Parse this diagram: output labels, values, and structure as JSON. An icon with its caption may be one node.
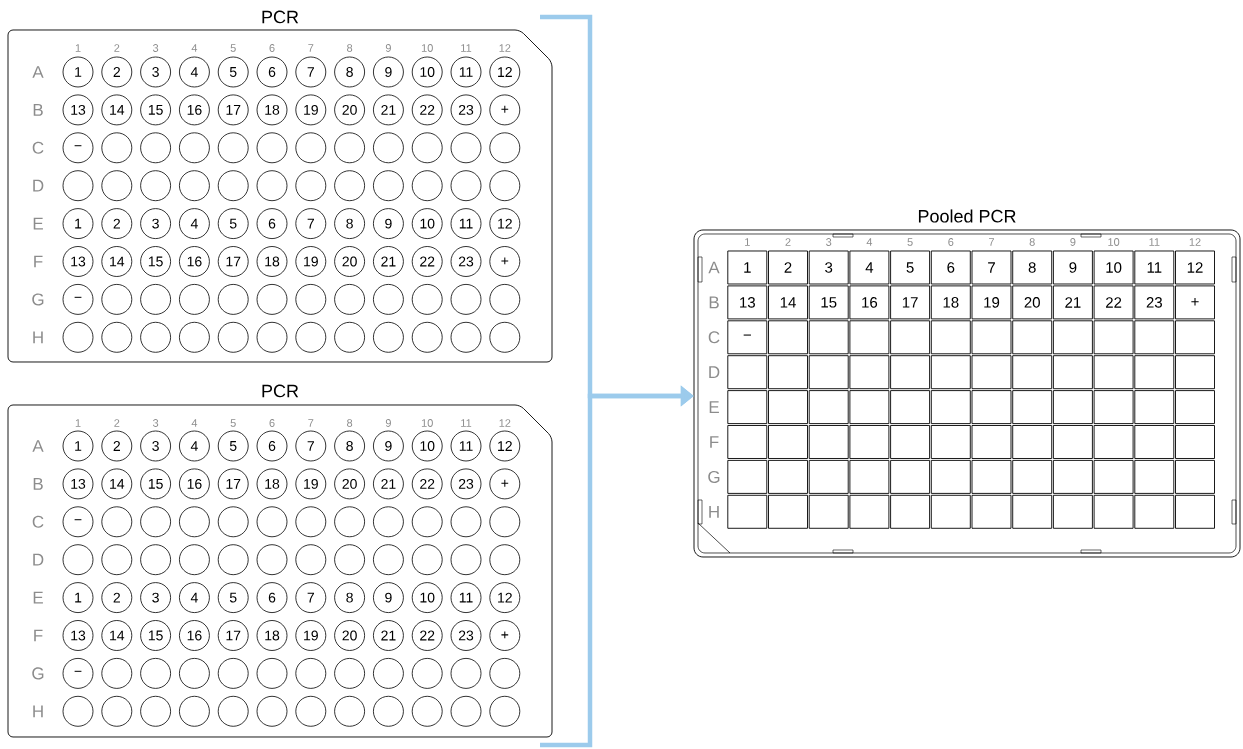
{
  "diagram": {
    "nodes": [
      {
        "text": [
          "PCR"
        ]
      },
      {
        "text": [
          "1"
        ],
        "in": 0
      },
      {
        "text": [
          "2"
        ],
        "in": 0
      },
      {
        "text": [
          "3"
        ],
        "in": 0
      },
      {
        "text": [
          "4"
        ],
        "in": 0
      },
      {
        "text": [
          "5"
        ],
        "in": 0
      },
      {
        "text": [
          "6"
        ],
        "in": 0
      },
      {
        "text": [
          "7"
        ],
        "in": 0
      },
      {
        "text": [
          "8"
        ],
        "in": 0
      },
      {
        "text": [
          "9"
        ],
        "in": 0
      },
      {
        "text": [
          "10"
        ],
        "in": 0
      },
      {
        "text": [
          "11"
        ],
        "in": 0
      },
      {
        "text": [
          "12"
        ],
        "in": 0
      },
      {
        "text": [
          "13"
        ],
        "in": 0
      },
      {
        "text": [
          "14"
        ],
        "in": 0
      },
      {
        "text": [
          "15"
        ],
        "in": 0
      },
      {
        "text": [
          "16"
        ],
        "in": 0
      },
      {
        "text": [
          "17"
        ],
        "in": 0
      },
      {
        "text": [
          "18"
        ],
        "in": 0
      },
      {
        "text": [
          "19"
        ],
        "in": 0
      },
      {
        "text": [
          "20"
        ],
        "in": 0
      },
      {
        "text": [
          "21"
        ],
        "in": 0
      },
      {
        "text": [
          "22"
        ],
        "in": 0
      },
      {
        "text": [
          "23"
        ],
        "in": 0
      },
      {
        "text": [
          "+"
        ],
        "in": 0
      },
      {
        "text": [
          "−"
        ],
        "in": 0
      },
      {
        "text": [],
        "shape": "circle",
        "in": 0
      },
      {
        "text": [],
        "shape": "circle",
        "in": 0
      },
      {
        "text": [],
        "shape": "circle",
        "in": 0
      },
      {
        "text": [],
        "shape": "circle",
        "in": 0
      },
      {
        "text": [],
        "shape": "circle",
        "in": 0
      },
      {
        "text": [],
        "shape": "circle",
        "in": 0
      },
      {
        "text": [],
        "shape": "circle",
        "in": 0
      },
      {
        "text": [],
        "shape": "circle",
        "in": 0
      },
      {
        "text": [],
        "shape": "circle",
        "in": 0
      },
      {
        "text": [],
        "shape": "circle",
        "in": 0
      },
      {
        "text": [],
        "shape": "circle",
        "in": 0
      },
      {
        "text": [],
        "shape": "circle",
        "in": 0
      },
      {
        "text": [],
        "shape": "circle",
        "in": 0
      },
      {
        "text": [],
        "shape": "circle",
        "in": 0
      },
      {
        "text": [],
        "shape": "circle",
        "in": 0
      },
      {
        "text": [],
        "shape": "circle",
        "in": 0
      },
      {
        "text": [],
        "shape": "circle",
        "in": 0
      },
      {
        "text": [],
        "shape": "circle",
        "in": 0
      },
      {
        "text": [],
        "shape": "circle",
        "in": 0
      },
      {
        "text": [],
        "shape": "circle",
        "in": 0
      },
      {
        "text": [],
        "shape": "circle",
        "in": 0
      },
      {
        "text": [],
        "shape": "circle",
        "in": 0
      },
      {
        "text": [],
        "shape": "circle",
        "in": 0
      },
      {
        "text": [
          "1"
        ],
        "in": 0
      },
      {
        "text": [
          "2"
        ],
        "in": 0
      },
      {
        "text": [
          "3"
        ],
        "in": 0
      },
      {
        "text": [
          "4"
        ],
        "in": 0
      },
      {
        "text": [
          "5"
        ],
        "in": 0
      },
      {
        "text": [
          "6"
        ],
        "in": 0
      },
      {
        "text": [
          "7"
        ],
        "in": 0
      },
      {
        "text": [
          "8"
        ],
        "in": 0
      },
      {
        "text": [
          "9"
        ],
        "in": 0
      },
      {
        "text": [
          "10"
        ],
        "in": 0
      },
      {
        "text": [
          "11"
        ],
        "in": 0
      },
      {
        "text": [
          "12"
        ],
        "in": 0
      },
      {
        "text": [
          "13"
        ],
        "in": 0
      },
      {
        "text": [
          "14"
        ],
        "in": 0
      },
      {
        "text": [
          "15"
        ],
        "in": 0
      },
      {
        "text": [
          "16"
        ],
        "in": 0
      },
      {
        "text": [
          "17"
        ],
        "in": 0
      },
      {
        "text": [
          "18"
        ],
        "in": 0
      },
      {
        "text": [
          "19"
        ],
        "in": 0
      },
      {
        "text": [
          "20"
        ],
        "in": 0
      },
      {
        "text": [
          "21"
        ],
        "in": 0
      },
      {
        "text": [
          "22"
        ],
        "in": 0
      },
      {
        "text": [
          "23"
        ],
        "in": 0
      },
      {
        "text": [
          "+"
        ],
        "in": 0
      },
      {
        "text": [
          "−"
        ],
        "in": 0
      },
      {
        "text": [],
        "shape": "circle",
        "in": 0
      },
      {
        "text": [],
        "shape": "circle",
        "in": 0
      },
      {
        "text": [],
        "shape": "circle",
        "in": 0
      },
      {
        "text": [],
        "shape": "circle",
        "in": 0
      },
      {
        "text": [],
        "shape": "circle",
        "in": 0
      },
      {
        "text": [],
        "shape": "circle",
        "in": 0
      },
      {
        "text": [],
        "shape": "circle",
        "in": 0
      },
      {
        "text": [],
        "shape": "circle",
        "in": 0
      },
      {
        "text": [],
        "shape": "circle",
        "in": 0
      },
      {
        "text": [],
        "shape": "circle",
        "in": 0
      },
      {
        "text": [],
        "shape": "circle",
        "in": 0
      },
      {
        "text": [],
        "shape": "circle",
        "in": 0
      },
      {
        "text": [],
        "shape": "circle",
        "in": 0
      },
      {
        "text": [],
        "shape": "circle",
        "in": 0
      },
      {
        "text": [],
        "shape": "circle",
        "in": 0
      },
      {
        "text": [],
        "shape": "circle",
        "in": 0
      },
      {
        "text": [],
        "shape": "circle",
        "in": 0
      },
      {
        "text": [],
        "shape": "circle",
        "in": 0
      },
      {
        "text": [],
        "shape": "circle",
        "in": 0
      },
      {
        "text": [],
        "shape": "circle",
        "in": 0
      },
      {
        "text": [],
        "shape": "circle",
        "in": 0
      },
      {
        "text": [],
        "shape": "circle",
        "in": 0
      },
      {
        "text": [],
        "shape": "circle",
        "in": 0
      },
      {
        "text": [
          "PCR"
        ]
      },
      {
        "text": [
          "1"
        ],
        "in": 97
      },
      {
        "text": [
          "2"
        ],
        "in": 97
      },
      {
        "text": [
          "3"
        ],
        "in": 97
      },
      {
        "text": [
          "4"
        ],
        "in": 97
      },
      {
        "text": [
          "5"
        ],
        "in": 97
      },
      {
        "text": [
          "6"
        ],
        "in": 97
      },
      {
        "text": [
          "7"
        ],
        "in": 97
      },
      {
        "text": [
          "8"
        ],
        "in": 97
      },
      {
        "text": [
          "9"
        ],
        "in": 97
      },
      {
        "text": [
          "10"
        ],
        "in": 97
      },
      {
        "text": [
          "11"
        ],
        "in": 97
      },
      {
        "text": [
          "12"
        ],
        "in": 97
      },
      {
        "text": [
          "13"
        ],
        "in": 97
      },
      {
        "text": [
          "14"
        ],
        "in": 97
      },
      {
        "text": [
          "15"
        ],
        "in": 97
      },
      {
        "text": [
          "16"
        ],
        "in": 97
      },
      {
        "text": [
          "17"
        ],
        "in": 97
      },
      {
        "text": [
          "18"
        ],
        "in": 97
      },
      {
        "text": [
          "19"
        ],
        "in": 97
      },
      {
        "text": [
          "20"
        ],
        "in": 97
      },
      {
        "text": [
          "21"
        ],
        "in": 97
      },
      {
        "text": [
          "22"
        ],
        "in": 97
      },
      {
        "text": [
          "23"
        ],
        "in": 97
      },
      {
        "text": [
          "+"
        ],
        "in": 97
      },
      {
        "text": [
          "−"
        ],
        "in": 97
      },
      {
        "text": [],
        "shape": "circle",
        "in": 97
      },
      {
        "text": [],
        "shape": "circle",
        "in": 97
      },
      {
        "text": [],
        "shape": "circle",
        "in": 97
      },
      {
        "text": [],
        "shape": "circle",
        "in": 97
      },
      {
        "text": [],
        "shape": "circle",
        "in": 97
      },
      {
        "text": [],
        "shape": "circle",
        "in": 97
      },
      {
        "text": [],
        "shape": "circle",
        "in": 97
      },
      {
        "text": [],
        "shape": "circle",
        "in": 97
      },
      {
        "text": [],
        "shape": "circle",
        "in": 97
      },
      {
        "text": [],
        "shape": "circle",
        "in": 97
      },
      {
        "text": [],
        "shape": "circle",
        "in": 97
      },
      {
        "text": [],
        "shape": "circle",
        "in": 97
      },
      {
        "text": [],
        "shape": "circle",
        "in": 97
      },
      {
        "text": [],
        "shape": "circle",
        "in": 97
      },
      {
        "text": [],
        "shape": "circle",
        "in": 97
      },
      {
        "text": [],
        "shape": "circle",
        "in": 97
      },
      {
        "text": [],
        "shape": "circle",
        "in": 97
      },
      {
        "text": [],
        "shape": "circle",
        "in": 97
      },
      {
        "text": [],
        "shape": "circle",
        "in": 97
      },
      {
        "text": [],
        "shape": "circle",
        "in": 97
      },
      {
        "text": [],
        "shape": "circle",
        "in": 97
      },
      {
        "text": [],
        "shape": "circle",
        "in": 97
      },
      {
        "text": [],
        "shape": "circle",
        "in": 97
      },
      {
        "text": [
          "1"
        ],
        "in": 97
      },
      {
        "text": [
          "2"
        ],
        "in": 97
      },
      {
        "text": [
          "3"
        ],
        "in": 97
      },
      {
        "text": [
          "4"
        ],
        "in": 97
      },
      {
        "text": [
          "5"
        ],
        "in": 97
      },
      {
        "text": [
          "6"
        ],
        "in": 97
      },
      {
        "text": [
          "7"
        ],
        "in": 97
      },
      {
        "text": [
          "8"
        ],
        "in": 97
      },
      {
        "text": [
          "9"
        ],
        "in": 97
      },
      {
        "text": [
          "10"
        ],
        "in": 97
      },
      {
        "text": [
          "11"
        ],
        "in": 97
      },
      {
        "text": [
          "12"
        ],
        "in": 97
      },
      {
        "text": [
          "13"
        ],
        "in": 97
      },
      {
        "text": [
          "14"
        ],
        "in": 97
      },
      {
        "text": [
          "15"
        ],
        "in": 97
      },
      {
        "text": [
          "16"
        ],
        "in": 97
      },
      {
        "text": [
          "17"
        ],
        "in": 97
      },
      {
        "text": [
          "18"
        ],
        "in": 97
      },
      {
        "text": [
          "19"
        ],
        "in": 97
      },
      {
        "text": [
          "20"
        ],
        "in": 97
      },
      {
        "text": [
          "21"
        ],
        "in": 97
      },
      {
        "text": [
          "22"
        ],
        "in": 97
      },
      {
        "text": [
          "23"
        ],
        "in": 97
      },
      {
        "text": [
          "+"
        ],
        "in": 97
      },
      {
        "text": [
          "−"
        ],
        "in": 97
      },
      {
        "text": [],
        "shape": "circle",
        "in": 97
      },
      {
        "text": [],
        "shape": "circle",
        "in": 97
      },
      {
        "text": [],
        "shape": "circle",
        "in": 97
      },
      {
        "text": [],
        "shape": "circle",
        "in": 97
      },
      {
        "text": [],
        "shape": "circle",
        "in": 97
      },
      {
        "text": [],
        "shape": "circle",
        "in": 97
      },
      {
        "text": [],
        "shape": "circle",
        "in": 97
      },
      {
        "text": [],
        "shape": "circle",
        "in": 97
      },
      {
        "text": [],
        "shape": "circle",
        "in": 97
      },
      {
        "text": [],
        "shape": "circle",
        "in": 97
      },
      {
        "text": [],
        "shape": "circle",
        "in": 97
      },
      {
        "text": [],
        "shape": "circle",
        "in": 97
      },
      {
        "text": [],
        "shape": "circle",
        "in": 97
      },
      {
        "text": [],
        "shape": "circle",
        "in": 97
      },
      {
        "text": [],
        "shape": "circle",
        "in": 97
      },
      {
        "text": [],
        "shape": "circle",
        "in": 97
      },
      {
        "text": [],
        "shape": "circle",
        "in": 97
      },
      {
        "text": [],
        "shape": "circle",
        "in": 97
      },
      {
        "text": [],
        "shape": "circle",
        "in": 97
      },
      {
        "text": [],
        "shape": "circle",
        "in": 97
      },
      {
        "text": [],
        "shape": "circle",
        "in": 97
      },
      {
        "text": [],
        "shape": "circle",
        "in": 97
      },
      {
        "text": [],
        "shape": "circle",
        "in": 97
      },
      {
        "text": [
          "Pooled PCR"
        ]
      },
      {
        "text": [
          "1"
        ],
        "in": 194
      },
      {
        "text": [
          "2"
        ],
        "in": 194
      },
      {
        "text": [
          "3"
        ],
        "in": 194
      },
      {
        "text": [
          "4"
        ],
        "in": 194
      },
      {
        "text": [
          "5"
        ],
        "in": 194
      },
      {
        "text": [
          "6"
        ],
        "in": 194
      },
      {
        "text": [
          "7"
        ],
        "in": 194
      },
      {
        "text": [
          "8"
        ],
        "in": 194
      },
      {
        "text": [
          "9"
        ],
        "in": 194
      },
      {
        "text": [
          "10"
        ],
        "in": 194
      },
      {
        "text": [
          "11"
        ],
        "in": 194
      },
      {
        "text": [
          "12"
        ],
        "in": 194
      },
      {
        "text": [
          "13"
        ],
        "in": 194
      },
      {
        "text": [
          "14"
        ],
        "in": 194
      },
      {
        "text": [
          "15"
        ],
        "in": 194
      },
      {
        "text": [
          "16"
        ],
        "in": 194
      },
      {
        "text": [
          "17"
        ],
        "in": 194
      },
      {
        "text": [
          "18"
        ],
        "in": 194
      },
      {
        "text": [
          "19"
        ],
        "in": 194
      },
      {
        "text": [
          "20"
        ],
        "in": 194
      },
      {
        "text": [
          "21"
        ],
        "in": 194
      },
      {
        "text": [
          "22"
        ],
        "in": 194
      },
      {
        "text": [
          "23"
        ],
        "in": 194
      },
      {
        "text": [
          "+"
        ],
        "in": 194
      },
      {
        "text": [
          "−"
        ],
        "in": 194
      },
      {
        "text": [],
        "shape": "box",
        "in": 194
      },
      {
        "text": [],
        "shape": "box",
        "in": 194
      },
      {
        "text": [],
        "shape": "box",
        "in": 194
      },
      {
        "text": [],
        "shape": "box",
        "in": 194
      },
      {
        "text": [],
        "shape": "box",
        "in": 194
      },
      {
        "text": [],
        "shape": "box",
        "in": 194
      },
      {
        "text": [],
        "shape": "box",
        "in": 194
      },
      {
        "text": [],
        "shape": "box",
        "in": 194
      },
      {
        "text": [],
        "shape": "box",
        "in": 194
      },
      {
        "text": [],
        "shape": "box",
        "in": 194
      },
      {
        "text": [],
        "shape": "box",
        "in": 194
      },
      {
        "text": [],
        "shape": "box",
        "in": 194
      },
      {
        "text": [],
        "shape": "box",
        "in": 194
      },
      {
        "text": [],
        "shape": "box",
        "in": 194
      },
      {
        "text": [],
        "shape": "box",
        "in": 194
      },
      {
        "text": [],
        "shape": "box",
        "in": 194
      },
      {
        "text": [],
        "shape": "box",
        "in": 194
      },
      {
        "text": [],
        "shape": "box",
        "in": 194
      },
      {
        "text": [],
        "shape": "box",
        "in": 194
      },
      {
        "text": [],
        "shape": "box",
        "in": 194
      },
      {
        "text": [],
        "shape": "box",
        "in": 194
      },
      {
        "text": [],
        "shape": "box",
        "in": 194
      },
      {
        "text": [],
        "shape": "box",
        "in": 194
      },
      {
        "text": [],
        "shape": "box",
        "in": 194
      },
      {
        "text": [],
        "shape": "box",
        "in": 194
      },
      {
        "text": [],
        "shape": "box",
        "in": 194
      },
      {
        "text": [],
        "shape": "box",
        "in": 194
      },
      {
        "text": [],
        "shape": "box",
        "in": 194
      },
      {
        "text": [],
        "shape": "box",
        "in": 194
      },
      {
        "text": [],
        "shape": "box",
        "in": 194
      },
      {
        "text": [],
        "shape": "box",
        "in": 194
      },
      {
        "text": [],
        "shape": "box",
        "in": 194
      },
      {
        "text": [],
        "shape": "box",
        "in": 194
      },
      {
        "text": [],
        "shape": "box",
        "in": 194
      },
      {
        "text": [],
        "shape": "box",
        "in": 194
      },
      {
        "text": [],
        "shape": "box",
        "in": 194
      },
      {
        "text": [],
        "shape": "box",
        "in": 194
      },
      {
        "text": [],
        "shape": "box",
        "in": 194
      },
      {
        "text": [],
        "shape": "box",
        "in": 194
      },
      {
        "text": [],
        "shape": "box",
        "in": 194
      },
      {
        "text": [],
        "shape": "box",
        "in": 194
      },
      {
        "text": [],
        "shape": "box",
        "in": 194
      },
      {
        "text": [],
        "shape": "box",
        "in": 194
      },
      {
        "text": [],
        "shape": "box",
        "in": 194
      },
      {
        "text": [],
        "shape": "box",
        "in": 194
      },
      {
        "text": [],
        "shape": "box",
        "in": 194
      },
      {
        "text": [],
        "shape": "box",
        "in": 194
      },
      {
        "text": [],
        "shape": "box",
        "in": 194
      },
      {
        "text": [],
        "shape": "box",
        "in": 194
      },
      {
        "text": [],
        "shape": "box",
        "in": 194
      },
      {
        "text": [],
        "shape": "box",
        "in": 194
      },
      {
        "text": [],
        "shape": "box",
        "in": 194
      },
      {
        "text": [],
        "shape": "box",
        "in": 194
      },
      {
        "text": [],
        "shape": "box",
        "in": 194
      },
      {
        "text": [],
        "shape": "box",
        "in": 194
      },
      {
        "text": [],
        "shape": "box",
        "in": 194
      },
      {
        "text": [],
        "shape": "box",
        "in": 194
      },
      {
        "text": [],
        "shape": "box",
        "in": 194
      },
      {
        "text": [],
        "shape": "box",
        "in": 194
      },
      {
        "text": [],
        "shape": "box",
        "in": 194
      },
      {
        "text": [],
        "shape": "box",
        "in": 194
      },
      {
        "text": [],
        "shape": "box",
        "in": 194
      },
      {
        "text": [],
        "shape": "box",
        "in": 194
      },
      {
        "text": [],
        "shape": "box",
        "in": 194
      },
      {
        "text": [],
        "shape": "box",
        "in": 194
      },
      {
        "text": [],
        "shape": "box",
        "in": 194
      },
      {
        "text": [],
        "shape": "box",
        "in": 194
      },
      {
        "text": [],
        "shape": "box",
        "in": 194
      },
      {
        "text": [],
        "shape": "box",
        "in": 194
      },
      {
        "text": [],
        "shape": "box",
        "in": 194
      },
      {
        "text": [],
        "shape": "box",
        "in": 194
      }
    ],
    "edges": [
      {
        "from": 0,
        "to": 194,
        "arrow": "to"
      },
      {
        "from": 97,
        "to": 194,
        "arrow": "to"
      }
    ],
    "labels": [
      "1",
      "2",
      "3",
      "4",
      "5",
      "6",
      "7",
      "8",
      "9",
      "10",
      "11",
      "12",
      "A",
      "B",
      "C",
      "D",
      "E",
      "F",
      "G",
      "H",
      "1",
      "2",
      "3",
      "4",
      "5",
      "6",
      "7",
      "8",
      "9",
      "10",
      "11",
      "12",
      "A",
      "B",
      "C",
      "D",
      "E",
      "F",
      "G",
      "H",
      "1",
      "2",
      "3",
      "4",
      "5",
      "6",
      "7",
      "8",
      "9",
      "10",
      "11",
      "12",
      "A",
      "B",
      "C",
      "D",
      "E",
      "F",
      "G",
      "H"
    ]
  }
}
